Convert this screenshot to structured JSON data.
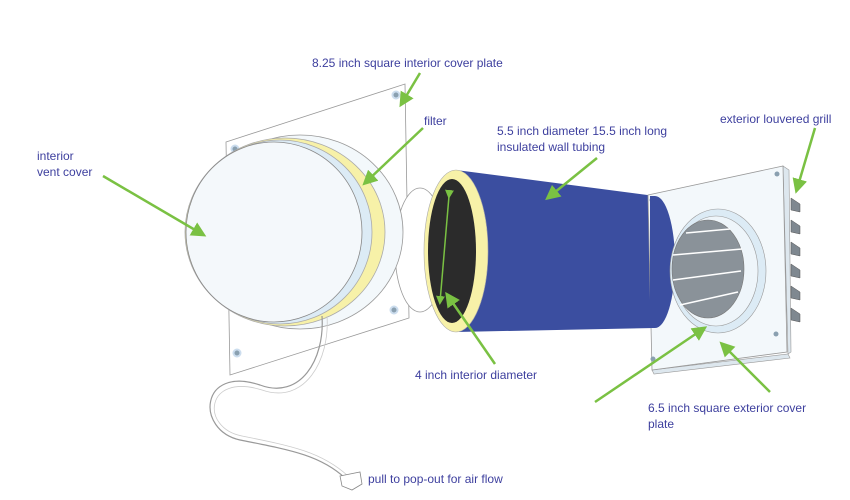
{
  "labels": {
    "interior_cover_plate": "8.25 inch square interior cover plate",
    "filter": "filter",
    "tubing_line1": "5.5 inch diameter 15.5 inch long",
    "tubing_line2": "insulated wall tubing",
    "exterior_grill": "exterior louvered grill",
    "interior_vent_line1": "interior",
    "interior_vent_line2": "vent cover",
    "interior_diameter": "4 inch interior diameter",
    "exterior_plate_line1": "6.5 inch square exterior cover",
    "exterior_plate_line2": "plate",
    "pull_cord": "pull to pop-out for air flow"
  },
  "colors": {
    "label_text": "#3d3f9e",
    "arrow": "#7ac143",
    "tubing": "#3b4ea0",
    "insulation": "#f7f1a8",
    "plate": "#f3f8fb"
  }
}
